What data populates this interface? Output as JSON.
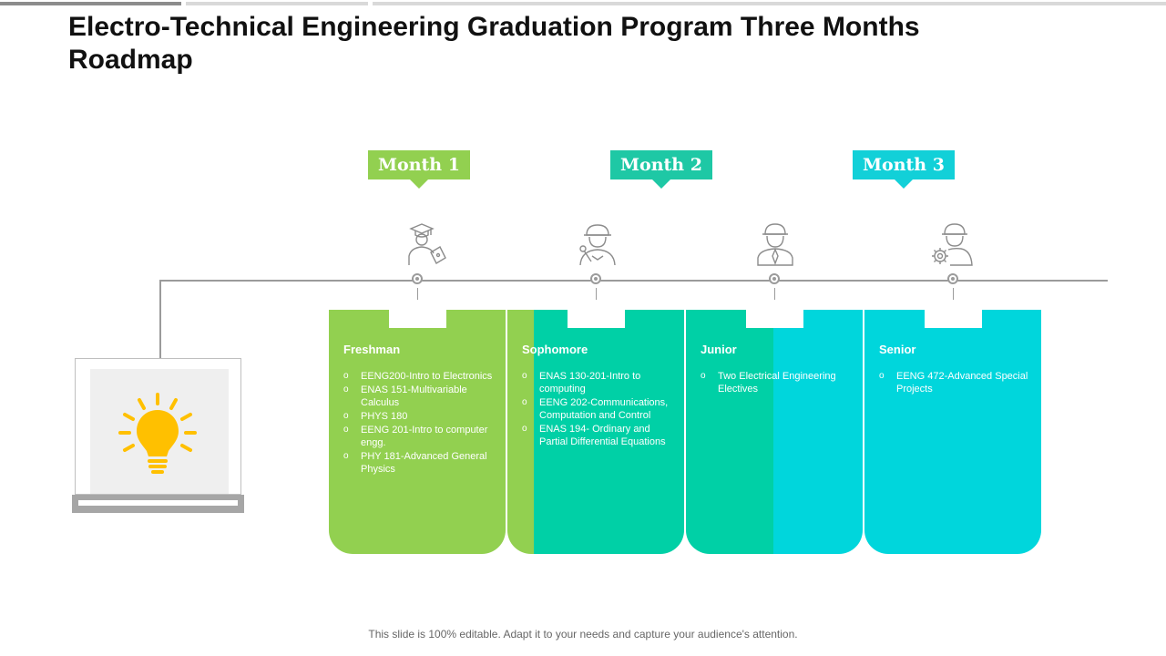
{
  "slide": {
    "title": "Electro-Technical Engineering Graduation Program Three Months Roadmap",
    "footer": "This slide is 100% editable. Adapt it to your needs and capture your audience's attention."
  },
  "months": [
    {
      "label": "Month 1",
      "color": "#92d050"
    },
    {
      "label": "Month 2",
      "color": "#1ec8a5"
    },
    {
      "label": "Month 3",
      "color": "#12d0d8"
    }
  ],
  "stages": [
    {
      "title": "Freshman",
      "color": "#92d050",
      "icon": "graduate-icon",
      "items": [
        "EENG200-Intro to Electronics",
        "ENAS 151-Multivariable Calculus",
        "PHYS 180",
        "EENG 201-Intro to computer engg.",
        "PHY 181-Advanced General Physics"
      ]
    },
    {
      "title": "Sophomore",
      "color": "#00d0a6",
      "icon": "engineer-wrench-icon",
      "items": [
        "ENAS 130-201-Intro to computing",
        "EENG 202-Communications, Computation and Control",
        "ENAS 194- Ordinary and Partial Differential Equations"
      ]
    },
    {
      "title": "Junior",
      "color": "#0fd6c9",
      "icon": "worker-hardhat-icon",
      "items": [
        "Two Electrical Engineering Electives"
      ]
    },
    {
      "title": "Senior",
      "color": "#00d6dc",
      "icon": "engineer-gear-icon",
      "items": [
        "EENG 472-Advanced Special Projects"
      ]
    }
  ],
  "decor": {
    "bulb_color": "#ffc000",
    "line_color": "#9b9b9b",
    "laptop_icon": "laptop-icon",
    "bulb_icon": "lightbulb-icon"
  }
}
